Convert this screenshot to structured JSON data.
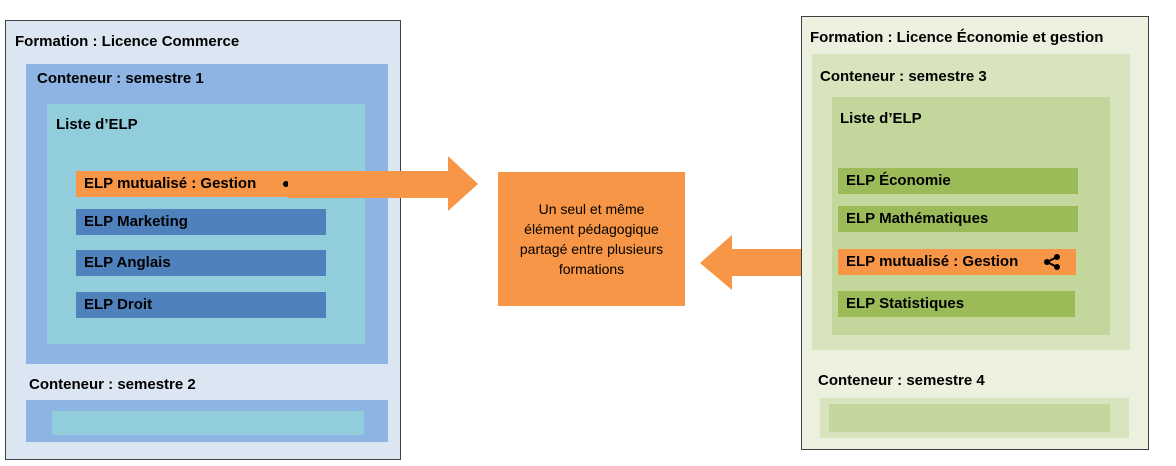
{
  "left_formation": {
    "title": "Formation : Licence Commerce",
    "container_1": {
      "title": "Conteneur : semestre 1",
      "list_title": "Liste d’ELP",
      "items": [
        "ELP mutualisé : Gestion",
        "ELP Marketing",
        "ELP Anglais",
        "ELP Droit"
      ]
    },
    "container_2": {
      "title": "Conteneur : semestre 2"
    }
  },
  "center": {
    "lines": [
      "Un seul et même",
      "élément pédagogique",
      "partagé entre plusieurs",
      "formations"
    ]
  },
  "right_formation": {
    "title": "Formation : Licence Économie et gestion",
    "container_3": {
      "title": "Conteneur : semestre 3",
      "list_title": "Liste d’ELP",
      "items": [
        "ELP Économie",
        "ELP Mathématiques",
        "ELP mutualisé : Gestion",
        "ELP Statistiques"
      ]
    },
    "container_4": {
      "title": "Conteneur : semestre 4"
    }
  },
  "colors": {
    "shared": "#f79646",
    "left_dark": "#4f81bd",
    "right_dark": "#9bbb59"
  },
  "icons": {
    "shared_item": "share-icon"
  }
}
